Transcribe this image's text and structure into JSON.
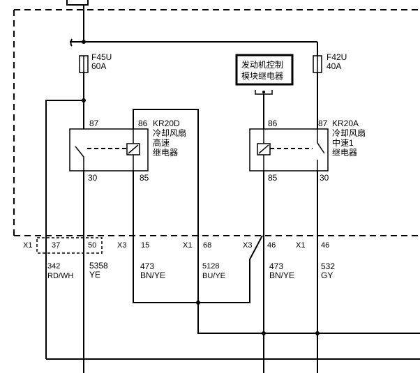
{
  "fuses": {
    "f45u": {
      "name": "F45U",
      "rating": "60A"
    },
    "f42u": {
      "name": "F42U",
      "rating": "40A"
    }
  },
  "ecm_relay": {
    "line1": "发动机控制",
    "line2": "模块继电器"
  },
  "relays": {
    "kr20d": {
      "pin_87": "87",
      "pin_86": "86",
      "pin_30": "30",
      "pin_85": "85",
      "name": "KR20D",
      "desc1": "冷却风扇",
      "desc2": "高速",
      "desc3": "继电器"
    },
    "kr20a": {
      "pin_86": "86",
      "pin_87": "87",
      "pin_85": "85",
      "pin_30": "30",
      "name": "KR20A",
      "desc1": "冷却风扇",
      "desc2": "中速1",
      "desc3": "继电器"
    }
  },
  "connectors": {
    "x1_a": "X1",
    "pin_37": "37",
    "pin_50": "50",
    "x3_a": "X3",
    "pin_15": "15",
    "x1_b": "X1",
    "pin_68": "68",
    "x3_b": "X3",
    "pin_46a": "46",
    "x1_c": "X1",
    "pin_46b": "46"
  },
  "wires": {
    "w342": {
      "circuit": "342",
      "color": "RD/WH"
    },
    "w5358": {
      "circuit": "5358",
      "color": "YE"
    },
    "w473a": {
      "circuit": "473",
      "color": "BN/YE"
    },
    "w5128": {
      "circuit": "5128",
      "color": "BU/YE"
    },
    "w473b": {
      "circuit": "473",
      "color": "BN/YE"
    },
    "w532": {
      "circuit": "532",
      "color": "GY"
    }
  }
}
